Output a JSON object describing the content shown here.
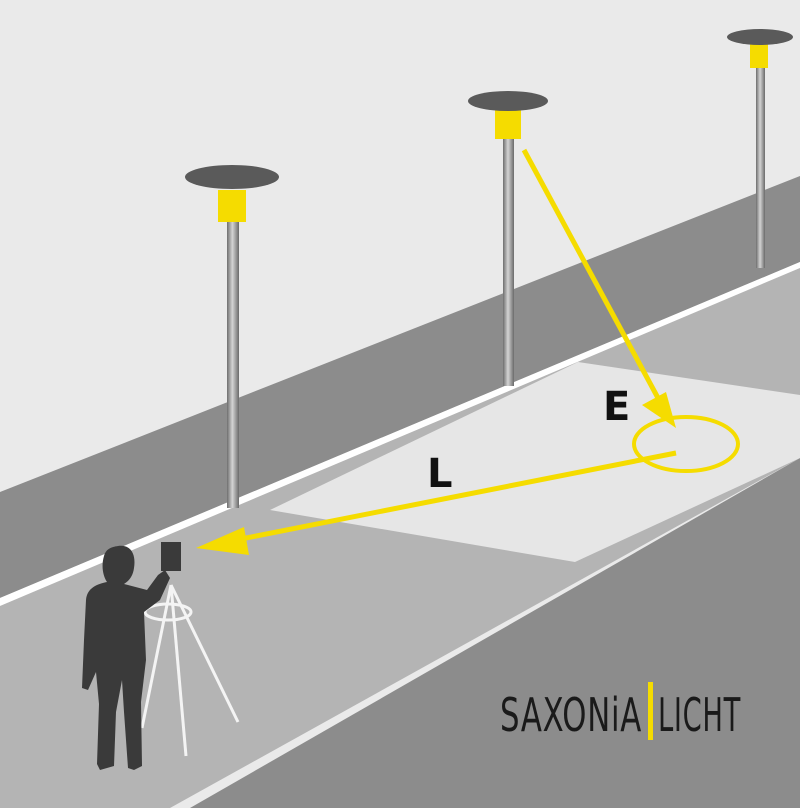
{
  "labels": {
    "illuminance": "E",
    "luminance": "L"
  },
  "brand": {
    "left": "SAXONiA",
    "right": "LICHT"
  },
  "colors": {
    "accent": "#f5dc00",
    "sky": "#eaeaea",
    "verge": "#8c8c8c",
    "road": "#b4b4b4",
    "measure_field": "#e6e6e6",
    "pole": "#9a9a9a",
    "lamp_head": "#5a5a5a",
    "person": "#3a3a3a",
    "text": "#1a1a1a"
  },
  "icons": [
    "street-lamp-icon",
    "person-icon",
    "tripod-icon",
    "luminance-meter-icon",
    "arrow-icon"
  ]
}
